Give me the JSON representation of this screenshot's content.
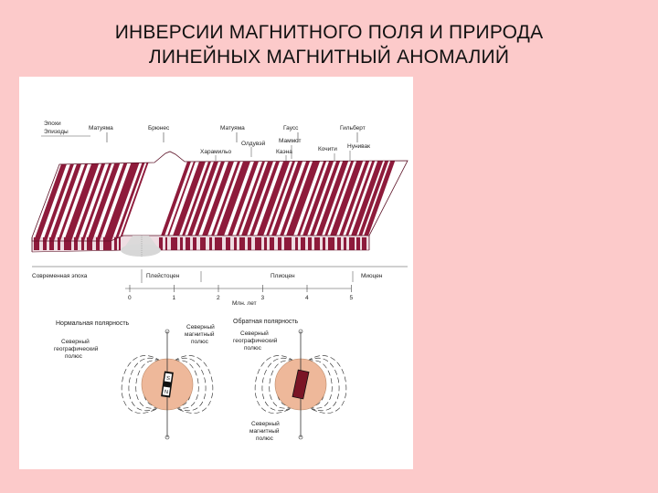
{
  "title": {
    "line1": "ИНВЕРСИИ МАГНИТНОГО ПОЛЯ И ПРИРОДА",
    "line2": "ЛИНЕЙНЫХ МАГНИТНЫЙ АНОМАЛИЙ"
  },
  "diagram": {
    "epochs_label_line1": "Эпохи",
    "epochs_label_line2": "Эпизоды",
    "top_labels": [
      "Матуяма",
      "Брюнес",
      "Матуяма",
      "Гаусс",
      "Гильберт"
    ],
    "episode_labels": [
      "Олдувэй",
      "Маммот",
      "Харамильо",
      "Каэна",
      "Кочити",
      "Нунивак"
    ],
    "era_labels": [
      "Современная эпоха",
      "Плейстоцен",
      "Плиоцен",
      "Миоцен"
    ],
    "scale_ticks": [
      "0",
      "1",
      "2",
      "3",
      "4",
      "5"
    ],
    "scale_unit": "Млн. лет",
    "stripe_color": "#8e1b3b",
    "normal": {
      "title": "Нормальная полярность",
      "geo_pole": "Северный географический полюс",
      "mag_pole": "Северный магнитный полюс",
      "s_letter": "S",
      "n_letter": "N"
    },
    "reverse": {
      "title": "Обратная полярность",
      "geo_pole": "Северный географический полюс",
      "mag_pole": "Северный магнитный полюс"
    }
  }
}
